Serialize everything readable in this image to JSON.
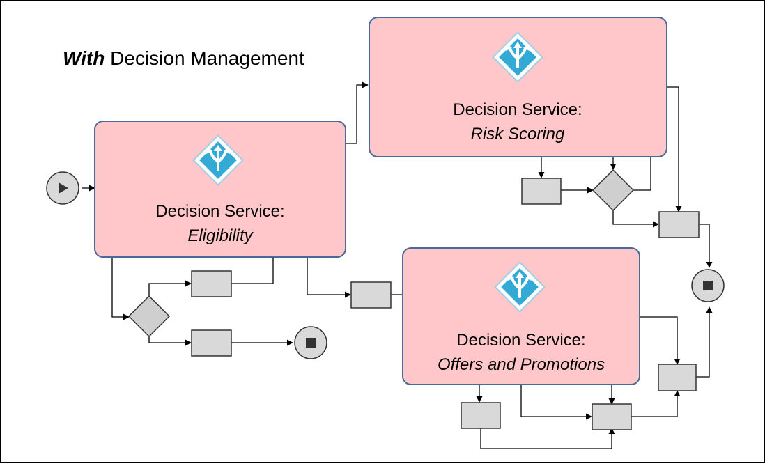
{
  "title": {
    "bold": "With",
    "rest": " Decision Management"
  },
  "services": {
    "eligibility": {
      "line1": "Decision Service:",
      "line2": "Eligibility"
    },
    "risk": {
      "line1": "Decision Service:",
      "line2": "Risk Scoring"
    },
    "offers": {
      "line1": "Decision Service:",
      "line2": "Offers and Promotions"
    }
  },
  "icon": "decision-split-arrows-icon",
  "colors": {
    "service_fill": "#ffc7c9",
    "service_stroke": "#4a6a99",
    "task_fill": "#d9d9d9",
    "gateway_fill": "#cfcfcf",
    "icon_diamond": "#33a9d6",
    "event_fill": "#d9d9d9"
  }
}
